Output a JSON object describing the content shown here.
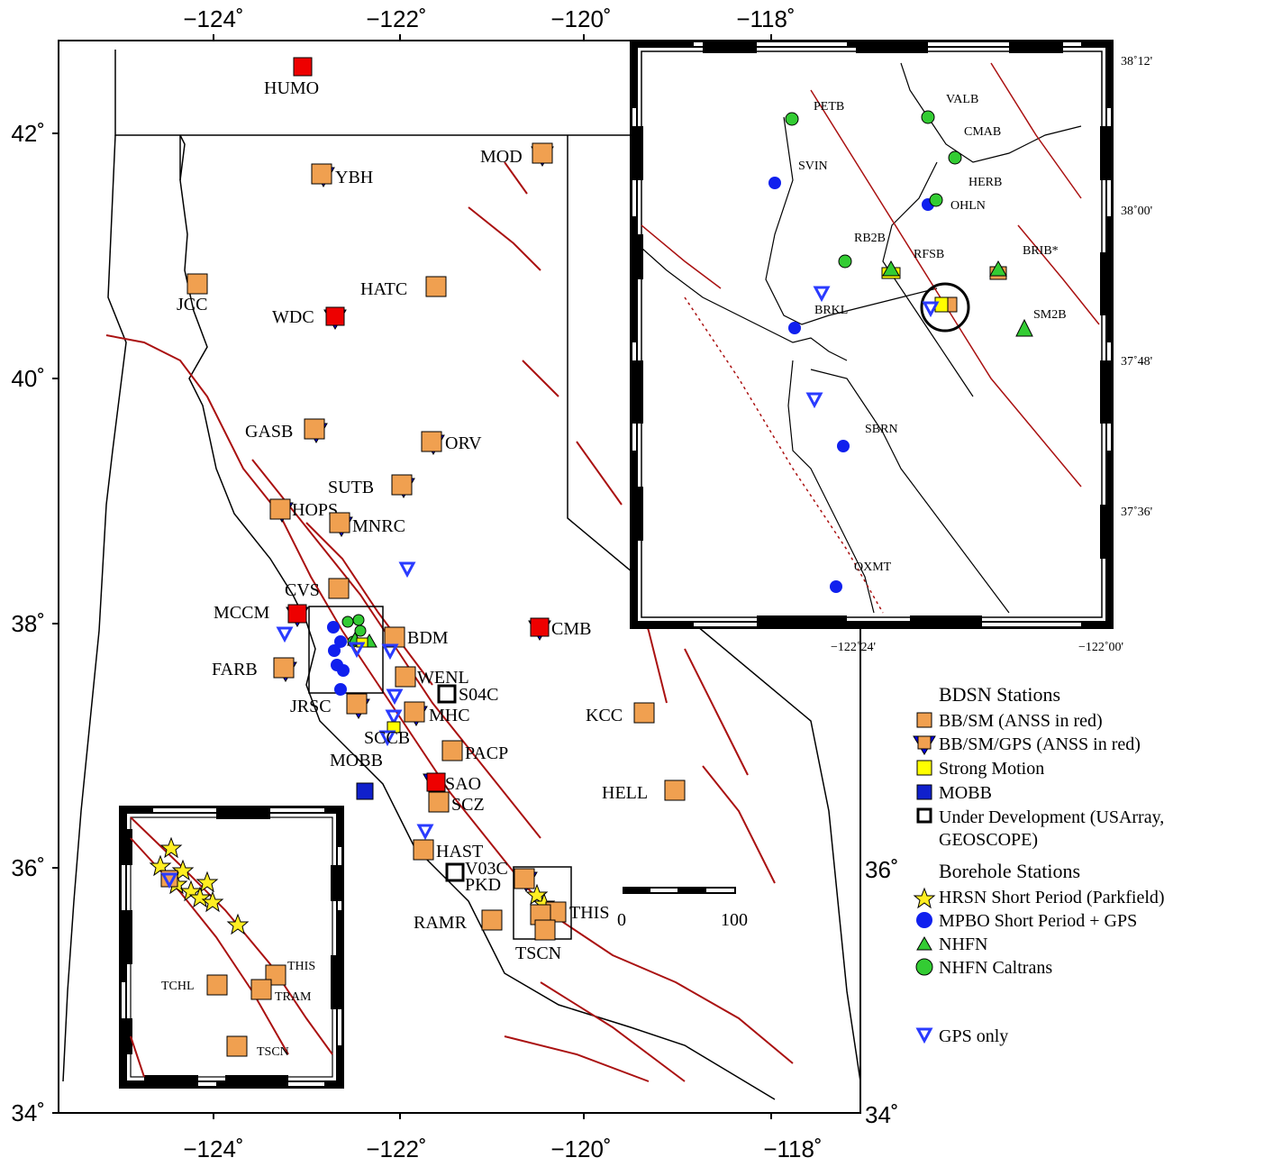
{
  "colors": {
    "orange": "#f0a050",
    "red": "#ee0000",
    "blue_tri": "#0000ee",
    "gps_tri": "#2a3bff",
    "yellow": "#ffff00",
    "mobb": "#1020cc",
    "mpbo": "#1020ee",
    "nhfn": "#33cc33",
    "star": "#ffee22",
    "fault": "#aa1111"
  },
  "axes": {
    "top_lon": [
      "−124˚",
      "−122˚",
      "−120˚",
      "−118˚"
    ],
    "bottom_lon": [
      "−124˚",
      "−122˚",
      "−120˚",
      "−118˚"
    ],
    "left_lat": [
      "42˚",
      "40˚",
      "38˚",
      "36˚",
      "34˚"
    ],
    "right_lat": [
      "36˚",
      "34˚"
    ],
    "inset_lat": [
      "38˚12'",
      "38˚00'",
      "37˚48'",
      "37˚36'"
    ],
    "inset_lon": [
      "−122˚24'",
      "−122˚00'"
    ]
  },
  "scale_bar": {
    "start": "0",
    "end": "100"
  },
  "stations": {
    "HUMO": "HUMO",
    "MOD": "MOD",
    "YBH": "YBH",
    "JCC": "JCC",
    "HATC": "HATC",
    "WDC": "WDC",
    "GASB": "GASB",
    "ORV": "ORV",
    "SUTB": "SUTB",
    "HOPS": "HOPS",
    "MNRC": "MNRC",
    "CVS": "CVS",
    "MCCM": "MCCM",
    "BDM": "BDM",
    "CMB": "CMB",
    "FARB": "FARB",
    "WENL": "WENL",
    "S04C": "S04C",
    "JRSC": "JRSC",
    "MHC": "MHC",
    "KCC": "KCC",
    "SCCB": "SCCB",
    "MOBB": "MOBB",
    "PACP": "PACP",
    "SAO": "SAO",
    "HELL": "HELL",
    "SCZ": "SCZ",
    "HAST": "HAST",
    "V03C": "V03C",
    "PKD": "PKD",
    "THIS": "THIS",
    "RAMR": "RAMR",
    "TSCN": "TSCN"
  },
  "inset_sf": {
    "PETB": "PETB",
    "VALB": "VALB",
    "CMAB": "CMAB",
    "SVIN": "SVIN",
    "HERB": "HERB",
    "OHLN": "OHLN",
    "RB2B": "RB2B",
    "RFSB": "RFSB",
    "BRIB": "BRIB*",
    "BRKL": "BRKL",
    "SM2B": "SM2B",
    "SBRN": "SBRN",
    "OXMT": "OXMT"
  },
  "inset_parkfield": {
    "THIS": "THIS",
    "TCHL": "TCHL",
    "TRAM": "TRAM",
    "TSCN": "TSCN"
  },
  "legend": {
    "bdsn_title": "BDSN Stations",
    "bb_sm": "BB/SM (ANSS in red)",
    "bb_sm_gps": "BB/SM/GPS (ANSS in red)",
    "strong_motion": "Strong Motion",
    "mobb": "MOBB",
    "under_dev_1": "Under Development (USArray,",
    "under_dev_2": "GEOSCOPE)",
    "borehole_title": "Borehole Stations",
    "hrsn": "HRSN Short Period (Parkfield)",
    "mpbo": "MPBO Short Period + GPS",
    "nhfn": "NHFN",
    "nhfn_caltrans": "NHFN Caltrans",
    "gps_only": "GPS only"
  }
}
